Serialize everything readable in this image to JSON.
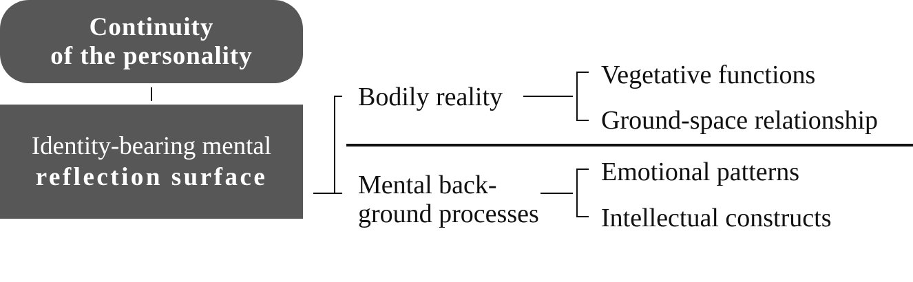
{
  "nodes": {
    "continuity": {
      "line1": "Continuity",
      "line2a": "of the ",
      "line2b": "personality"
    },
    "identity": {
      "line1": "Identity-bearing mental",
      "line2": "reflection surface"
    },
    "bodily": "Bodily reality",
    "mental": {
      "line1": "Mental back-",
      "line2": "ground processes"
    },
    "vegetative": "Vegetative functions",
    "ground_space": "Ground-space relationship",
    "emotional": "Emotional patterns",
    "intellectual": "Intellectual constructs"
  },
  "colors": {
    "box": "#575757",
    "line": "#111111"
  }
}
